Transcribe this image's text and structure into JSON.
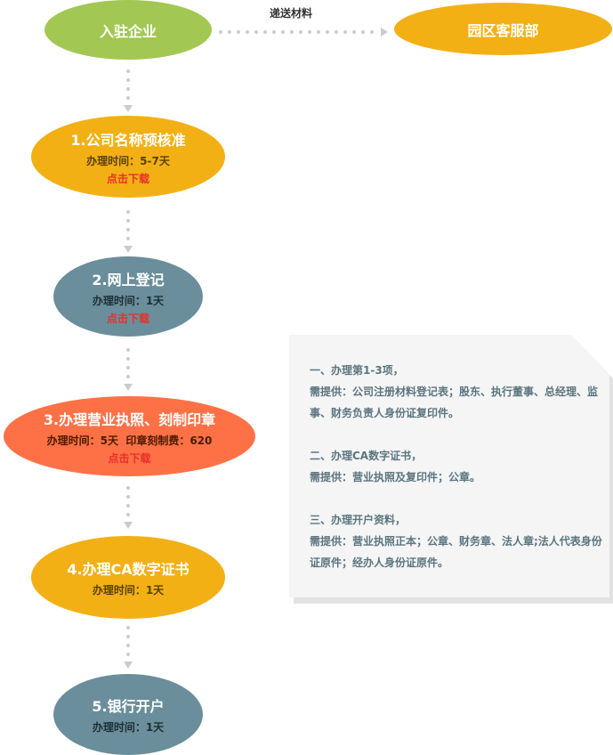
{
  "top": {
    "company": "入驻企业",
    "service": "园区客服部",
    "arrow_label": "递送材料"
  },
  "steps": [
    {
      "title": "1.公司名称预核准",
      "time": "办理时间：5-7天",
      "download": "点击下载"
    },
    {
      "title": "2.网上登记",
      "time": "办理时间：1天",
      "download": "点击下载"
    },
    {
      "title": "3.办理营业执照、刻制印章",
      "time": "办理时间：5天  印章刻制费：620",
      "download": "点击下载"
    },
    {
      "title": "4.办理CA数字证书",
      "time": "办理时间：1天"
    },
    {
      "title": "5.银行开户",
      "time": "办理时间：1天"
    }
  ],
  "note": [
    {
      "heading": "一、办理第1-3项，",
      "body": "需提供：公司注册材料登记表；股东、执行董事、总经理、监事、财务负责人身份证复印件。"
    },
    {
      "heading": "二、办理CA数字证书，",
      "body": "需提供：营业执照及复印件；公章。"
    },
    {
      "heading": "三、办理开户资料，",
      "body": "需提供：营业执照正本；公章、财务章、法人章;法人代表身份证原件；经办人身份证原件。"
    }
  ],
  "colors": {
    "green": "#a2c853",
    "yellow": "#f3b015",
    "teal": "#6a8e9b",
    "orange": "#fe7146"
  }
}
